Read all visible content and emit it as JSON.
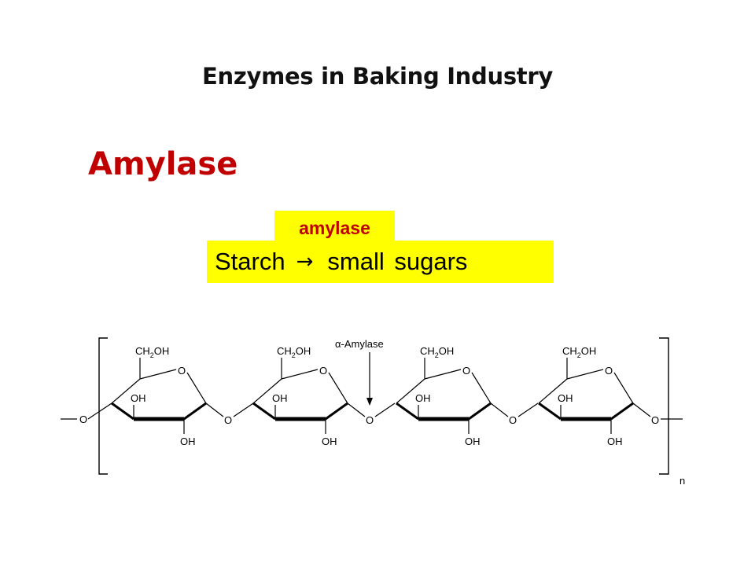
{
  "slide": {
    "title": "Enzymes in Baking Industry",
    "heading": "Amylase",
    "enzyme_label": "amylase",
    "reaction": {
      "substrate": "Starch",
      "arrow": "→",
      "product": "small sugars"
    }
  },
  "structure": {
    "enzyme_label": "α-Amylase",
    "repeat_label": "n",
    "terminal_o": "O",
    "units": [
      {
        "ch2oh_main": "CH",
        "ch2oh_sub": "2",
        "ch2oh_tail": "OH",
        "ring_o": "O",
        "oh_upper": "OH",
        "oh_lower": "OH",
        "link_o": "O"
      },
      {
        "ch2oh_main": "CH",
        "ch2oh_sub": "2",
        "ch2oh_tail": "OH",
        "ring_o": "O",
        "oh_upper": "OH",
        "oh_lower": "OH",
        "link_o": "O"
      },
      {
        "ch2oh_main": "CH",
        "ch2oh_sub": "2",
        "ch2oh_tail": "OH",
        "ring_o": "O",
        "oh_upper": "OH",
        "oh_lower": "OH",
        "link_o": "O"
      },
      {
        "ch2oh_main": "CH",
        "ch2oh_sub": "2",
        "ch2oh_tail": "OH",
        "ring_o": "O",
        "oh_upper": "OH",
        "oh_lower": "OH",
        "link_o": "O"
      }
    ]
  },
  "colors": {
    "title": "#111111",
    "heading": "#c00000",
    "highlight": "#ffff00",
    "enzyme_text": "#c00000"
  }
}
